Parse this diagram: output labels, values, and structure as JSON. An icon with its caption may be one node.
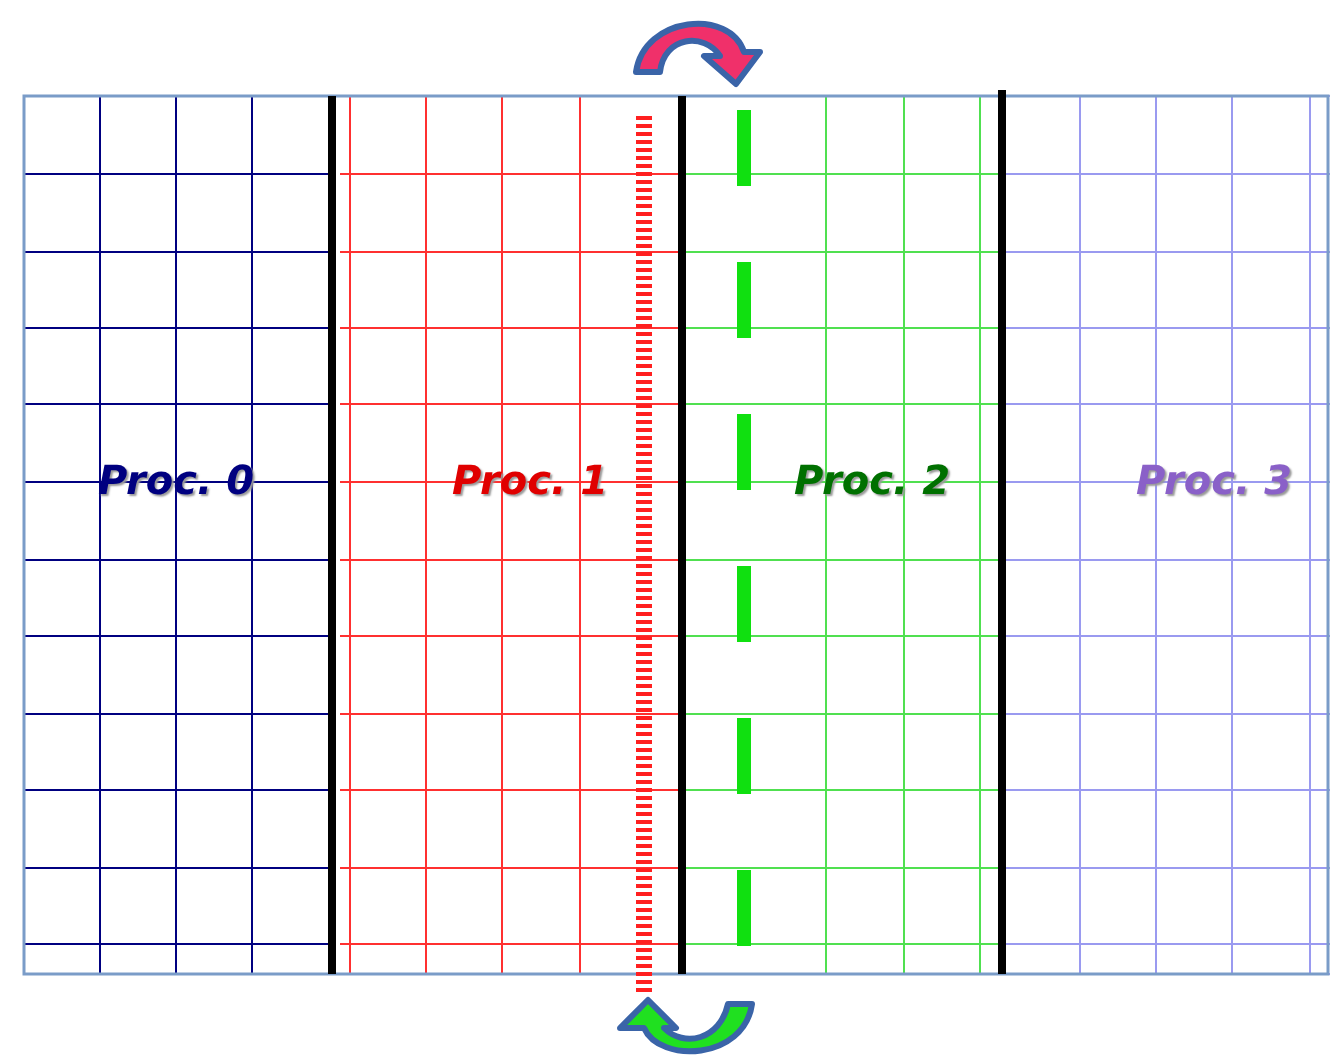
{
  "diagram": {
    "labels": [
      "Proc. 0",
      "Proc. 1",
      "Proc. 2",
      "Proc. 3"
    ]
  }
}
